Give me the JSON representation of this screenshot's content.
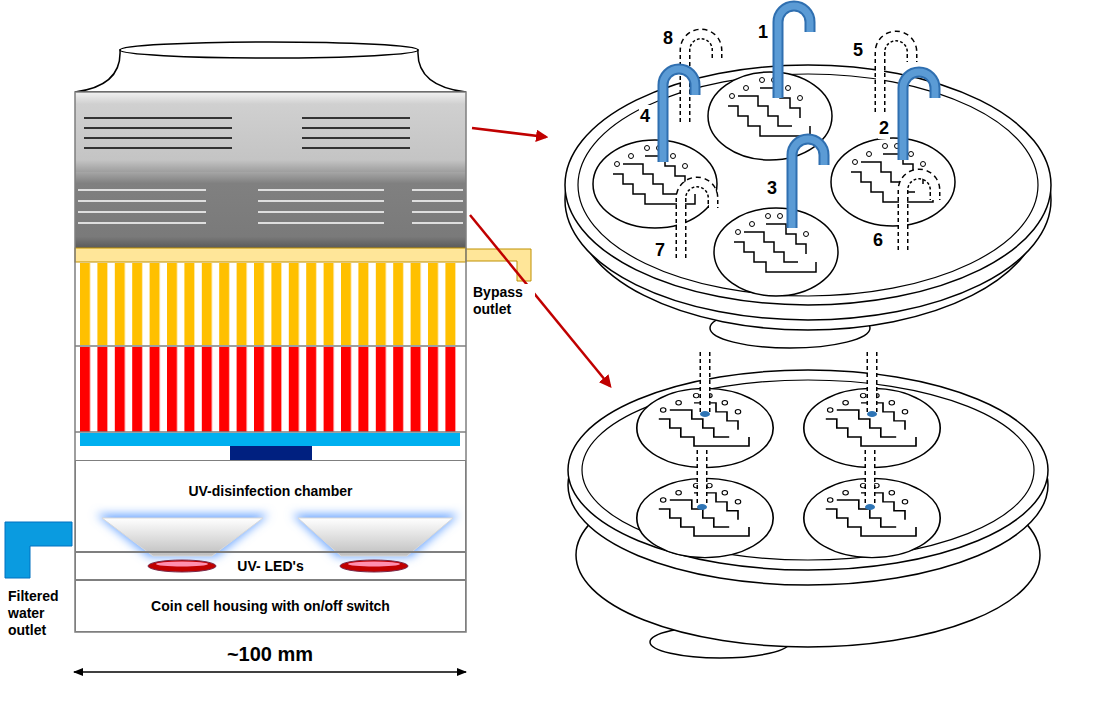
{
  "diagram": {
    "nodes": [
      {
        "text": [
          "UV-disinfection chamber"
        ]
      },
      {
        "text": [
          "UV- LED's"
        ]
      },
      {
        "text": [
          "Coin cell housing with on/off switch"
        ]
      }
    ],
    "labels": [
      "Bypass outlet",
      "Filtered water outlet",
      "~100 mm",
      "1",
      "2",
      "3",
      "4",
      "5",
      "6",
      "7",
      "8"
    ]
  }
}
